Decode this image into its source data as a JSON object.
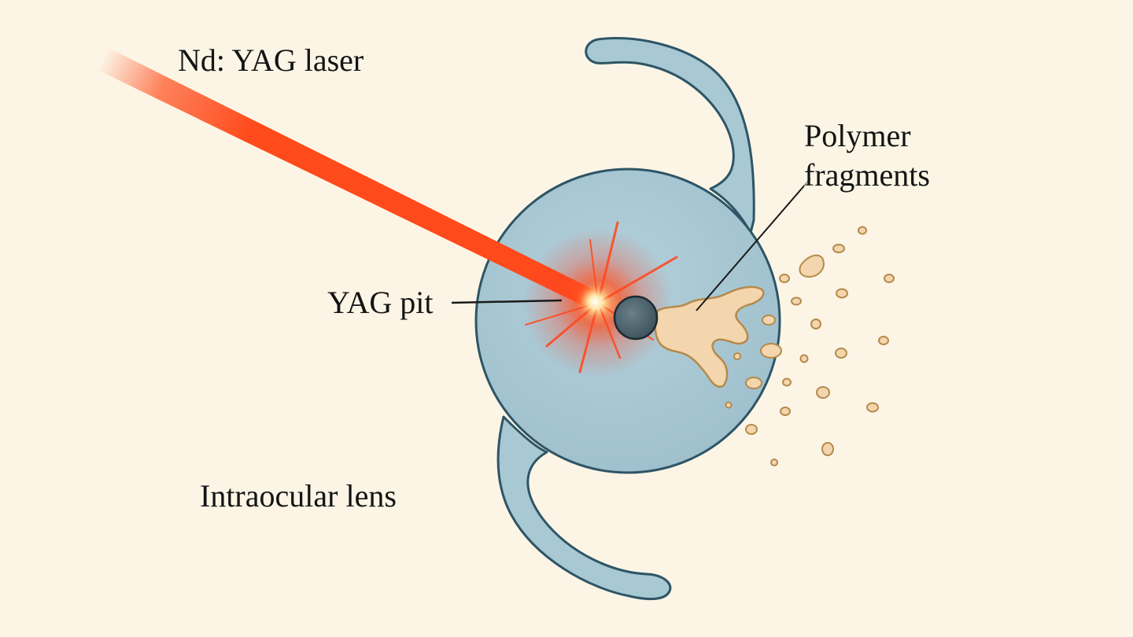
{
  "labels": {
    "laser": "Nd: YAG laser",
    "pit": "YAG pit",
    "lens": "Intraocular lens",
    "fragments_line1": "Polymer",
    "fragments_line2": "fragments"
  },
  "colors": {
    "background": "#fcf5e6",
    "lens_fill": "#a8c8d4",
    "lens_stroke": "#2e5566",
    "laser_beam": "#ff4a1c",
    "laser_glow": "#ff3a10",
    "pit": "#4f6770",
    "fragments_fill": "#f3d5ae",
    "fragments_stroke": "#b58a4b",
    "label_text": "#141414"
  }
}
